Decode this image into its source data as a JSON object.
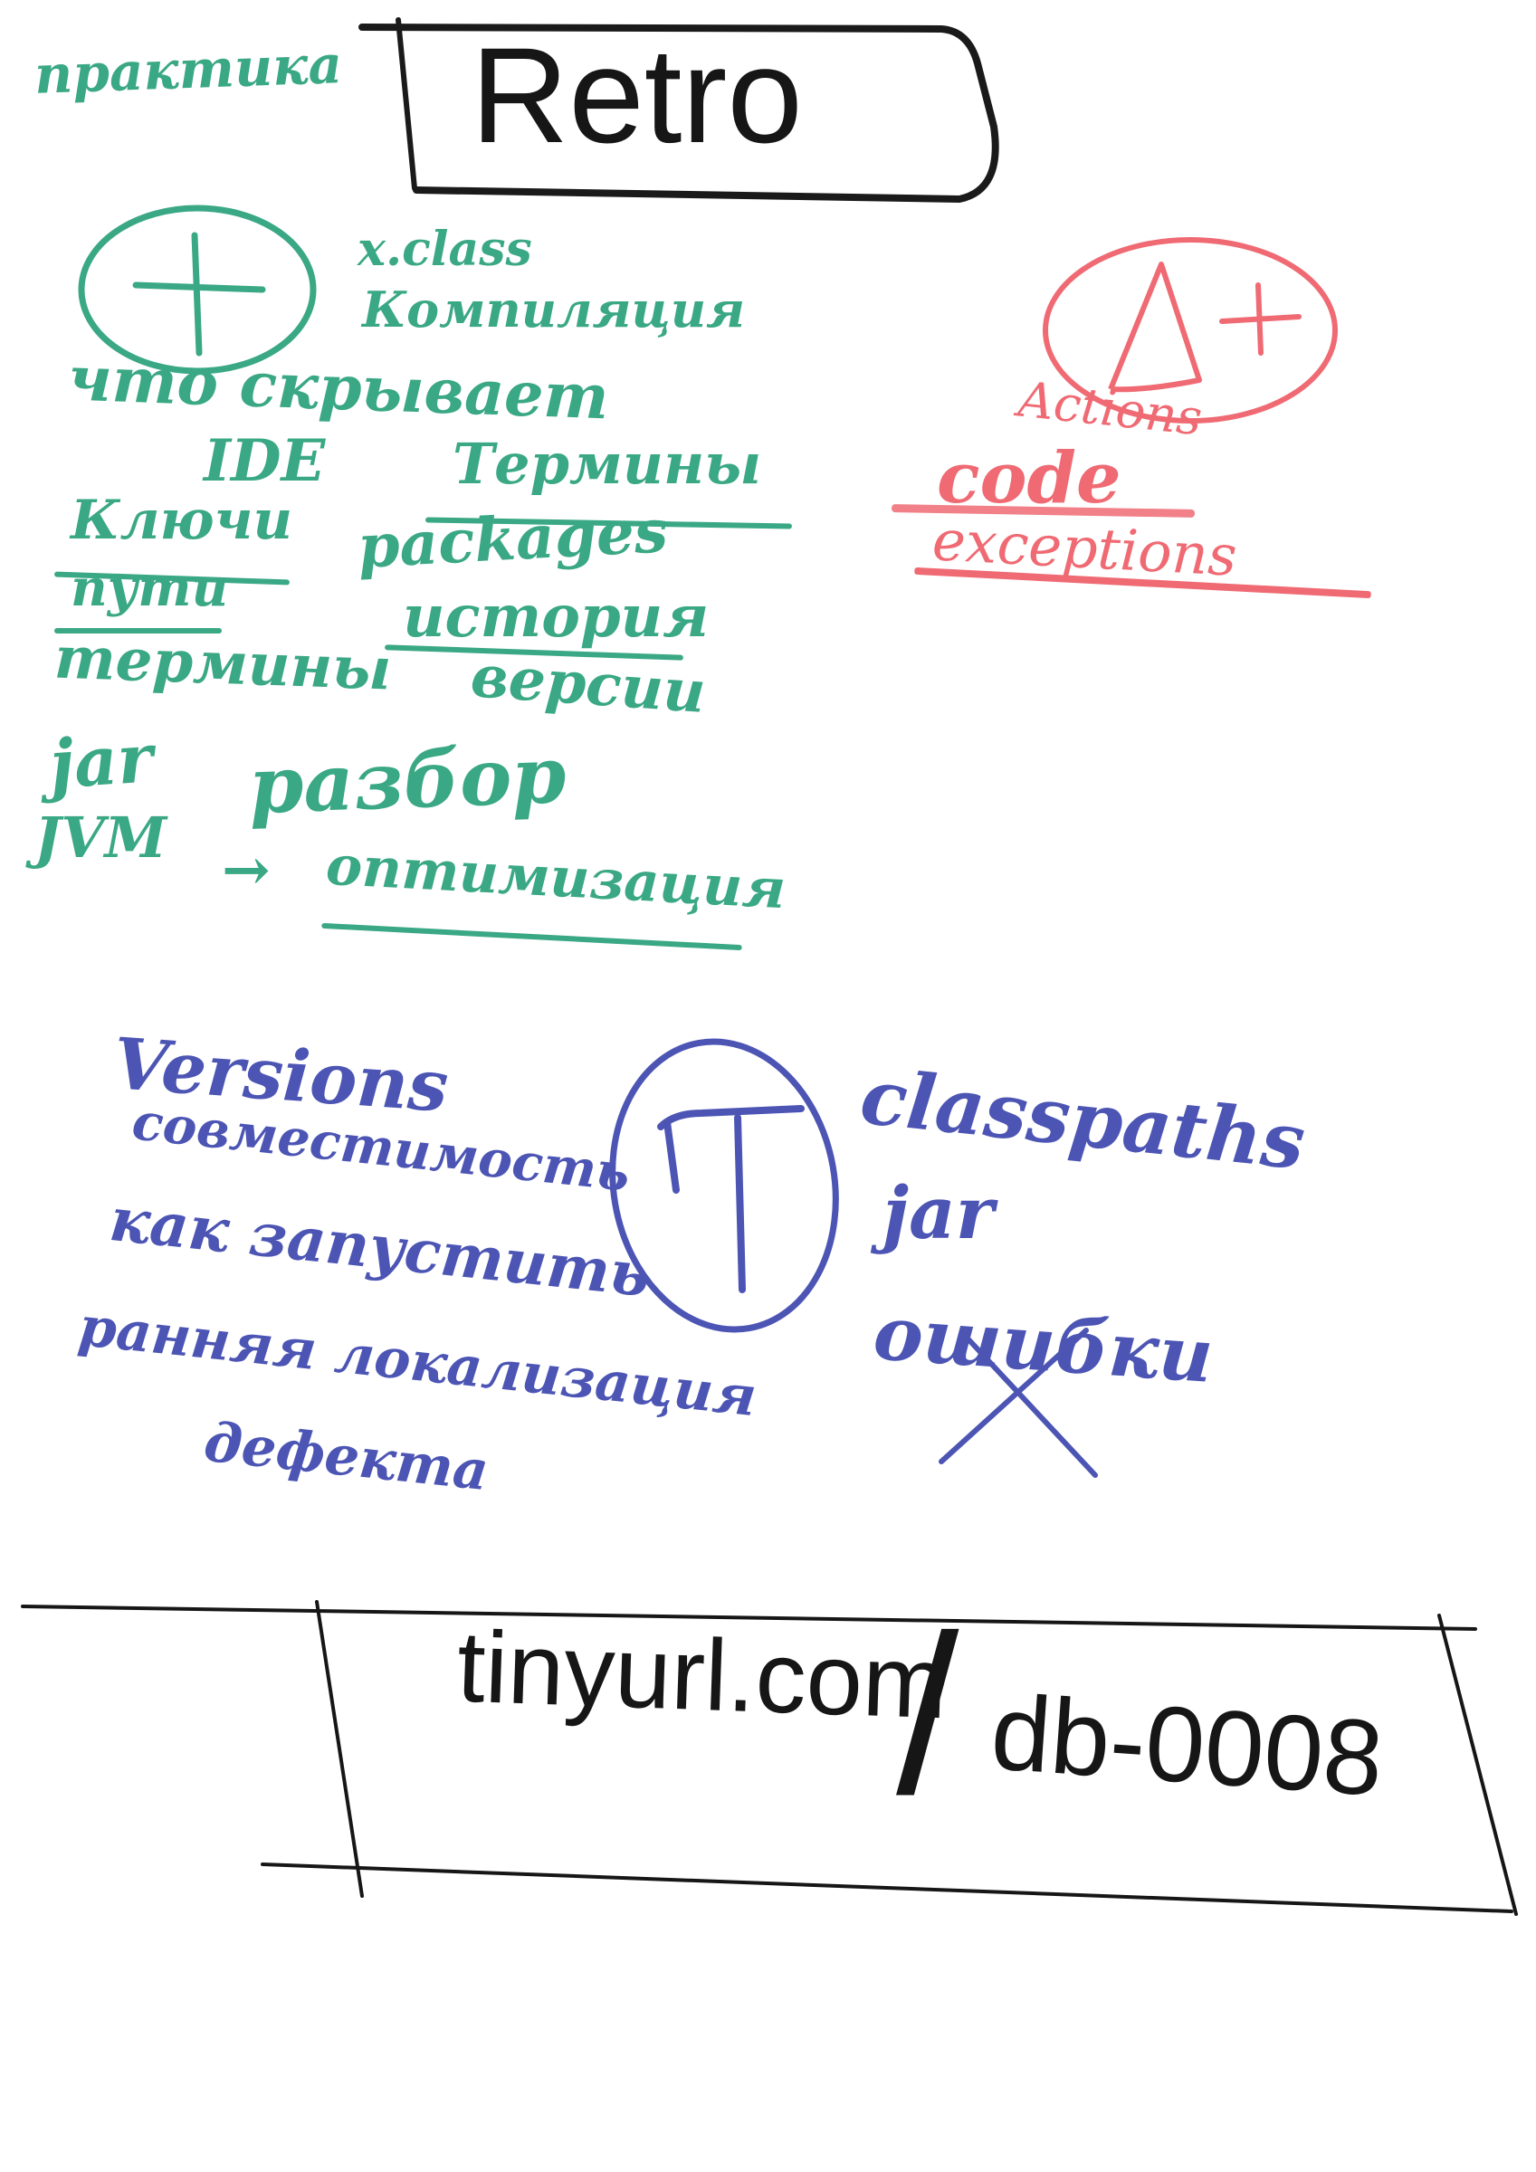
{
  "board": {
    "corner_note": "практика",
    "title": "Retro",
    "plus_section": {
      "symbol": "+",
      "items": [
        "x.class",
        "Компиляция",
        "что скрывает",
        "IDE",
        "Термины",
        "Ключи",
        "packages",
        "пути",
        "история",
        "термины",
        "версии",
        "jar",
        "разбор",
        "JVM",
        "→",
        "оптимизация"
      ]
    },
    "delta_section": {
      "symbol": "Δ+",
      "items": [
        "Actions",
        "code",
        "exceptions"
      ]
    },
    "left_blue_notes": [
      "Versions",
      "совместимость",
      "как запустить",
      "ранняя локализация",
      "дефекта"
    ],
    "theory_section": {
      "symbol": "T",
      "items": [
        "classpaths",
        "jar",
        "ошибки"
      ]
    },
    "link": {
      "prefix": "tinyurl.com",
      "slash": "/",
      "code": "db-0008"
    },
    "colors": {
      "green": "#3aa884",
      "red": "#ef6a73",
      "blue": "#4c55b4",
      "black": "#161616"
    }
  }
}
